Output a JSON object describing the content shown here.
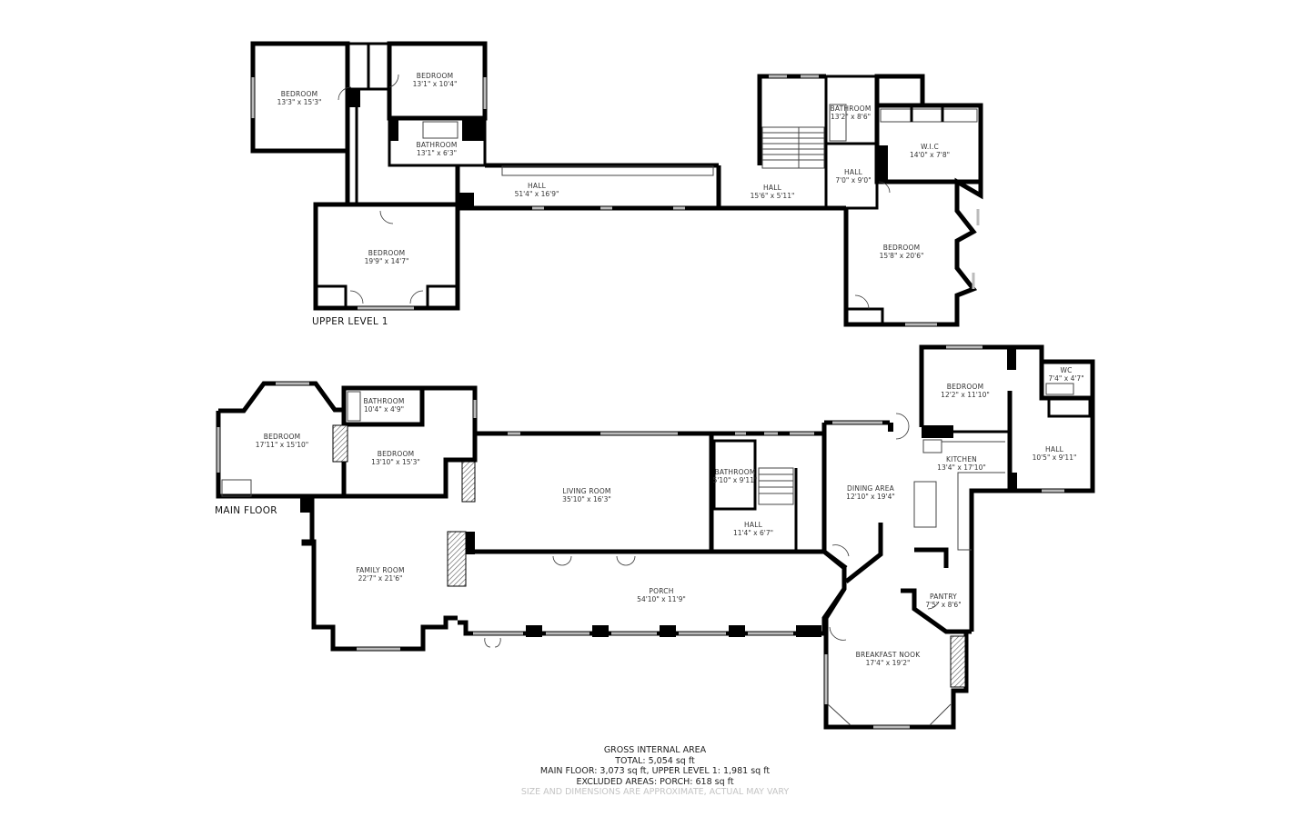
{
  "upper_level": {
    "label": "UPPER LEVEL 1",
    "rooms": [
      {
        "name": "BEDROOM",
        "dims": "13'3\" x 15'3\""
      },
      {
        "name": "BEDROOM",
        "dims": "13'1\" x 10'4\""
      },
      {
        "name": "BATHROOM",
        "dims": "13'1\" x 6'3\""
      },
      {
        "name": "HALL",
        "dims": "51'4\" x 16'9\""
      },
      {
        "name": "BEDROOM",
        "dims": "19'9\" x 14'7\""
      },
      {
        "name": "HALL",
        "dims": "15'6\" x 5'11\""
      },
      {
        "name": "BATHROOM",
        "dims": "13'2\" x 8'6\""
      },
      {
        "name": "W.I.C",
        "dims": "14'0\" x 7'8\""
      },
      {
        "name": "HALL",
        "dims": "7'0\" x 9'0\""
      },
      {
        "name": "BEDROOM",
        "dims": "15'8\" x 20'6\""
      }
    ]
  },
  "main_floor": {
    "label": "MAIN FLOOR",
    "rooms": [
      {
        "name": "BATHROOM",
        "dims": "10'4\" x 4'9\""
      },
      {
        "name": "BEDROOM",
        "dims": "17'11\" x 15'10\""
      },
      {
        "name": "BEDROOM",
        "dims": "13'10\" x 15'3\""
      },
      {
        "name": "LIVING ROOM",
        "dims": "35'10\" x 16'3\""
      },
      {
        "name": "BATHROOM",
        "dims": "5'10\" x 9'11\""
      },
      {
        "name": "HALL",
        "dims": "11'4\" x 6'7\""
      },
      {
        "name": "FAMILY ROOM",
        "dims": "22'7\" x 21'6\""
      },
      {
        "name": "PORCH",
        "dims": "54'10\" x 11'9\""
      },
      {
        "name": "BEDROOM",
        "dims": "12'2\" x 11'10\""
      },
      {
        "name": "WC",
        "dims": "7'4\" x 4'7\""
      },
      {
        "name": "KITCHEN",
        "dims": "13'4\" x 17'10\""
      },
      {
        "name": "HALL",
        "dims": "10'5\" x 9'11\""
      },
      {
        "name": "DINING AREA",
        "dims": "12'10\" x 19'4\""
      },
      {
        "name": "PANTRY",
        "dims": "7'5\" x 8'6\""
      },
      {
        "name": "BREAKFAST NOOK",
        "dims": "17'4\" x 19'2\""
      }
    ]
  },
  "area_summary": {
    "heading": "GROSS INTERNAL AREA",
    "total": "TOTAL: 5,054 sq ft",
    "breakdown": "MAIN FLOOR: 3,073 sq ft, UPPER LEVEL 1: 1,981 sq ft",
    "excluded": "EXCLUDED AREAS: PORCH: 618 sq ft",
    "disclaimer": "SIZE AND DIMENSIONS ARE APPROXIMATE, ACTUAL MAY VARY"
  },
  "colors": {
    "wall": "#000000",
    "window": "#bbbbbb",
    "text": "#333333",
    "disclaimer": "#c4c4c4"
  }
}
